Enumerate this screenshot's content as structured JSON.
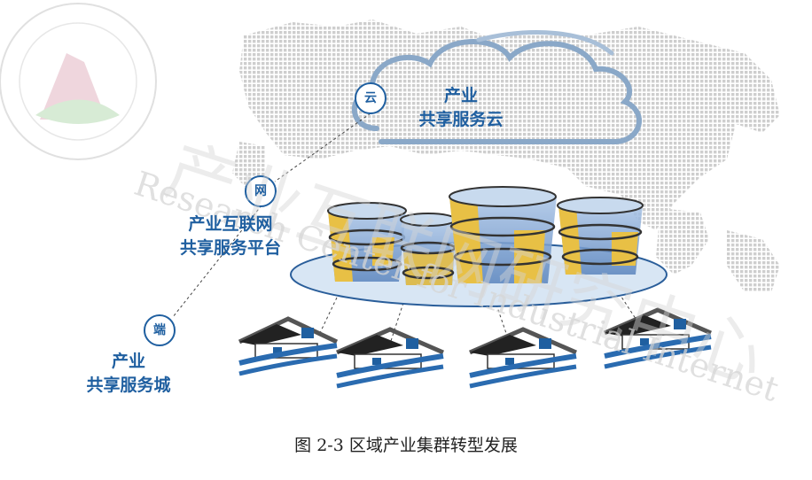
{
  "diagram": {
    "cloud_label": [
      "产业",
      "共享服务云"
    ],
    "network_label": [
      "产业互联网",
      "共享服务平台"
    ],
    "endpoint_label": [
      "产业",
      "共享服务城"
    ],
    "badges": {
      "cloud": "云",
      "network": "网",
      "endpoint": "端"
    },
    "caption": "图 2-3 区域产业集群转型发展"
  },
  "watermark": {
    "chinese": "产业互联网研究中心",
    "english": "Research Center for Industrial Internet"
  },
  "colors": {
    "accent": "#1f5fa0",
    "cloud_stroke": "#8aa8c8",
    "bucket_gold": "#e8c045",
    "water_blue": "#6e95c8",
    "ellipse_fill": "#d8e6f4"
  }
}
